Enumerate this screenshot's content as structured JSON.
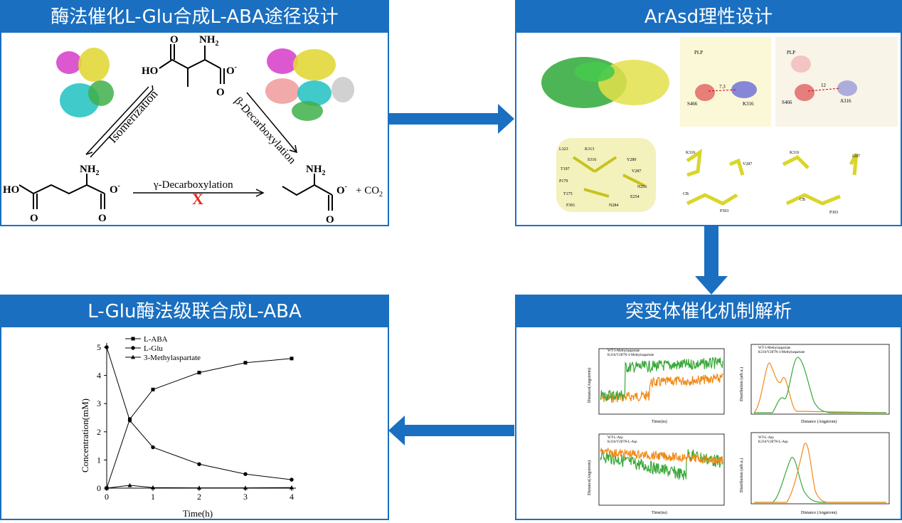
{
  "panels": {
    "tl": {
      "title": "酶法催化L-Glu合成L-ABA途径设计"
    },
    "tr": {
      "title": "ArAsd理性设计"
    },
    "br": {
      "title": "突变体催化机制解析"
    },
    "bl": {
      "title": "L-Glu酶法级联合成L-ABA"
    }
  },
  "pathway": {
    "isomerization": "Isomerization",
    "beta_decarboxylation": "β-Decarboxylation",
    "gamma_decarboxylation": "γ-Decarboxylation",
    "nh2": "NH",
    "nh2_sub": "2",
    "ho": "HO",
    "o": "O",
    "o_minus": "O",
    "minus": "-",
    "co2": "+ CO",
    "co2_sub": "2",
    "block_mark": "X"
  },
  "structures": {
    "labels": [
      "PLP",
      "7.3",
      "K316",
      "S466",
      "PLP",
      "12",
      "A316",
      "S466"
    ],
    "residues": [
      "L323",
      "K313",
      "S316",
      "Y289",
      "T197",
      "V287",
      "N256",
      "P179",
      "T175",
      "E254",
      "N284",
      "F301",
      "K316",
      "V287",
      "CB",
      "P303",
      "K316",
      "I287",
      "CB",
      "P303"
    ]
  },
  "md_plots": [
    {
      "legend": [
        "WT-3-Methylaspartate",
        "K316/V287N-3-Methylaspartate"
      ],
      "xlabel": "Time(ns)",
      "ylabel": "Distance(Angstrom)"
    },
    {
      "legend": [
        "WT-3-Methylaspartate",
        "K316/V287N-3-Methylaspartate"
      ],
      "xlabel": "Distance (Angstrom)",
      "ylabel": "Distribution (arb.u.)"
    },
    {
      "legend": [
        "WT-L-Asp",
        "K316/V287N-L-Asp"
      ],
      "xlabel": "Time(ns)",
      "ylabel": "Distance(Angstrom)"
    },
    {
      "legend": [
        "WT-L-Asp",
        "K316/V287N-L-Asp"
      ],
      "xlabel": "Distance (Angstrom)",
      "ylabel": "Distribution (arb.u.)"
    }
  ],
  "chart_data": {
    "type": "line",
    "title": "",
    "xlabel": "Time(h)",
    "ylabel": "Concentration(mM)",
    "xlim": [
      0,
      4
    ],
    "ylim": [
      0,
      5
    ],
    "x": [
      0,
      0.5,
      1,
      2,
      3,
      4
    ],
    "series": [
      {
        "name": "L-ABA",
        "marker": "square",
        "values": [
          0,
          2.45,
          3.5,
          4.1,
          4.45,
          4.6
        ]
      },
      {
        "name": "L-Glu",
        "marker": "circle",
        "values": [
          5,
          2.4,
          1.45,
          0.85,
          0.5,
          0.3
        ]
      },
      {
        "name": "3-Methylaspartate",
        "marker": "triangle",
        "values": [
          0,
          0.1,
          0.02,
          0.01,
          0.01,
          0.02
        ]
      }
    ],
    "xticks": [
      "0",
      "1",
      "2",
      "3",
      "4"
    ],
    "yticks": [
      "0",
      "1",
      "2",
      "3",
      "4",
      "5"
    ],
    "legend_position": "top-right"
  },
  "colors": {
    "accent": "#1a6fc0",
    "arrow": "#1a6fc0",
    "block": "#e52b1f"
  }
}
